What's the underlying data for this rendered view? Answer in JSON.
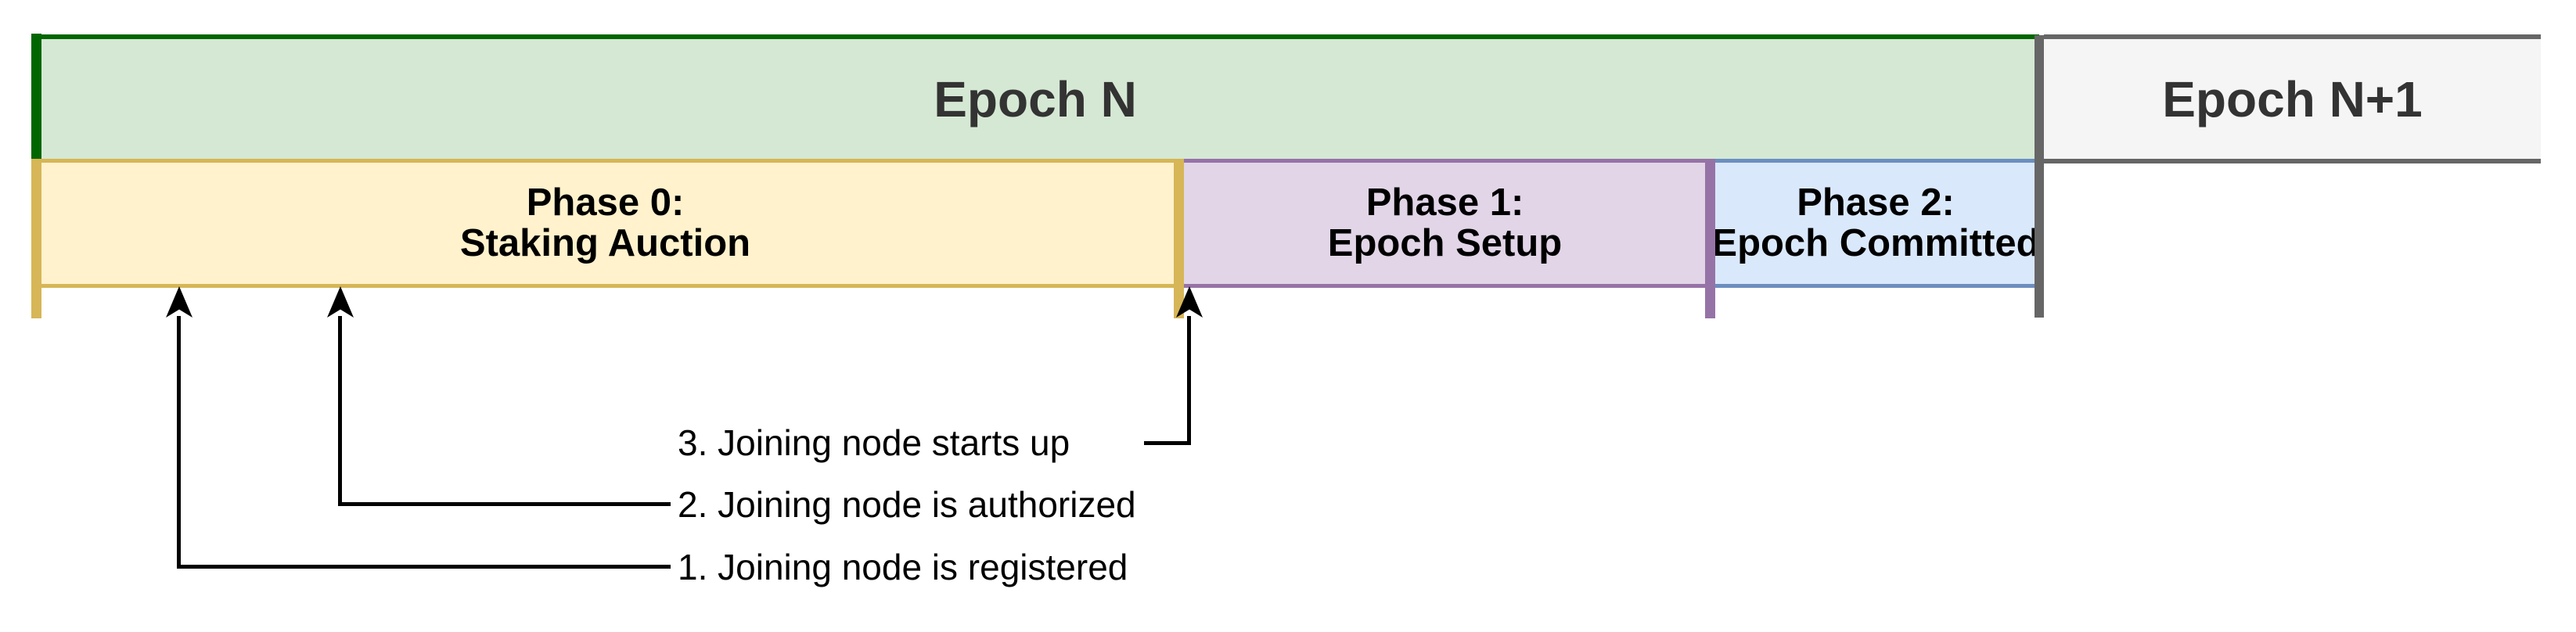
{
  "epochs": [
    {
      "label": "Epoch N"
    },
    {
      "label": "Epoch N+1"
    }
  ],
  "phases": [
    {
      "line1": "Phase 0:",
      "line2": "Staking Auction"
    },
    {
      "line1": "Phase 1:",
      "line2": "Epoch Setup"
    },
    {
      "line1": "Phase 2:",
      "line2": "Epoch Committed"
    }
  ],
  "annotations": [
    {
      "label": "1. Joining node is registered"
    },
    {
      "label": "2. Joining node is authorized"
    },
    {
      "label": "3. Joining node starts up"
    }
  ],
  "colors": {
    "epoch_n_fill": "#d5e8d4",
    "epoch_n_border": "#006600",
    "epoch_n1_fill": "#f5f5f5",
    "epoch_n1_border": "#666666",
    "phase0_fill": "#fff2cc",
    "phase0_border": "#d6b656",
    "phase1_fill": "#e1d5e7",
    "phase1_border": "#9673a6",
    "phase2_fill": "#dae8fc",
    "phase2_border": "#6c8ebf",
    "epoch_label_text": "#333333",
    "phase_label_text": "#000000",
    "annotation_text": "#000000",
    "arrow": "#000000"
  }
}
